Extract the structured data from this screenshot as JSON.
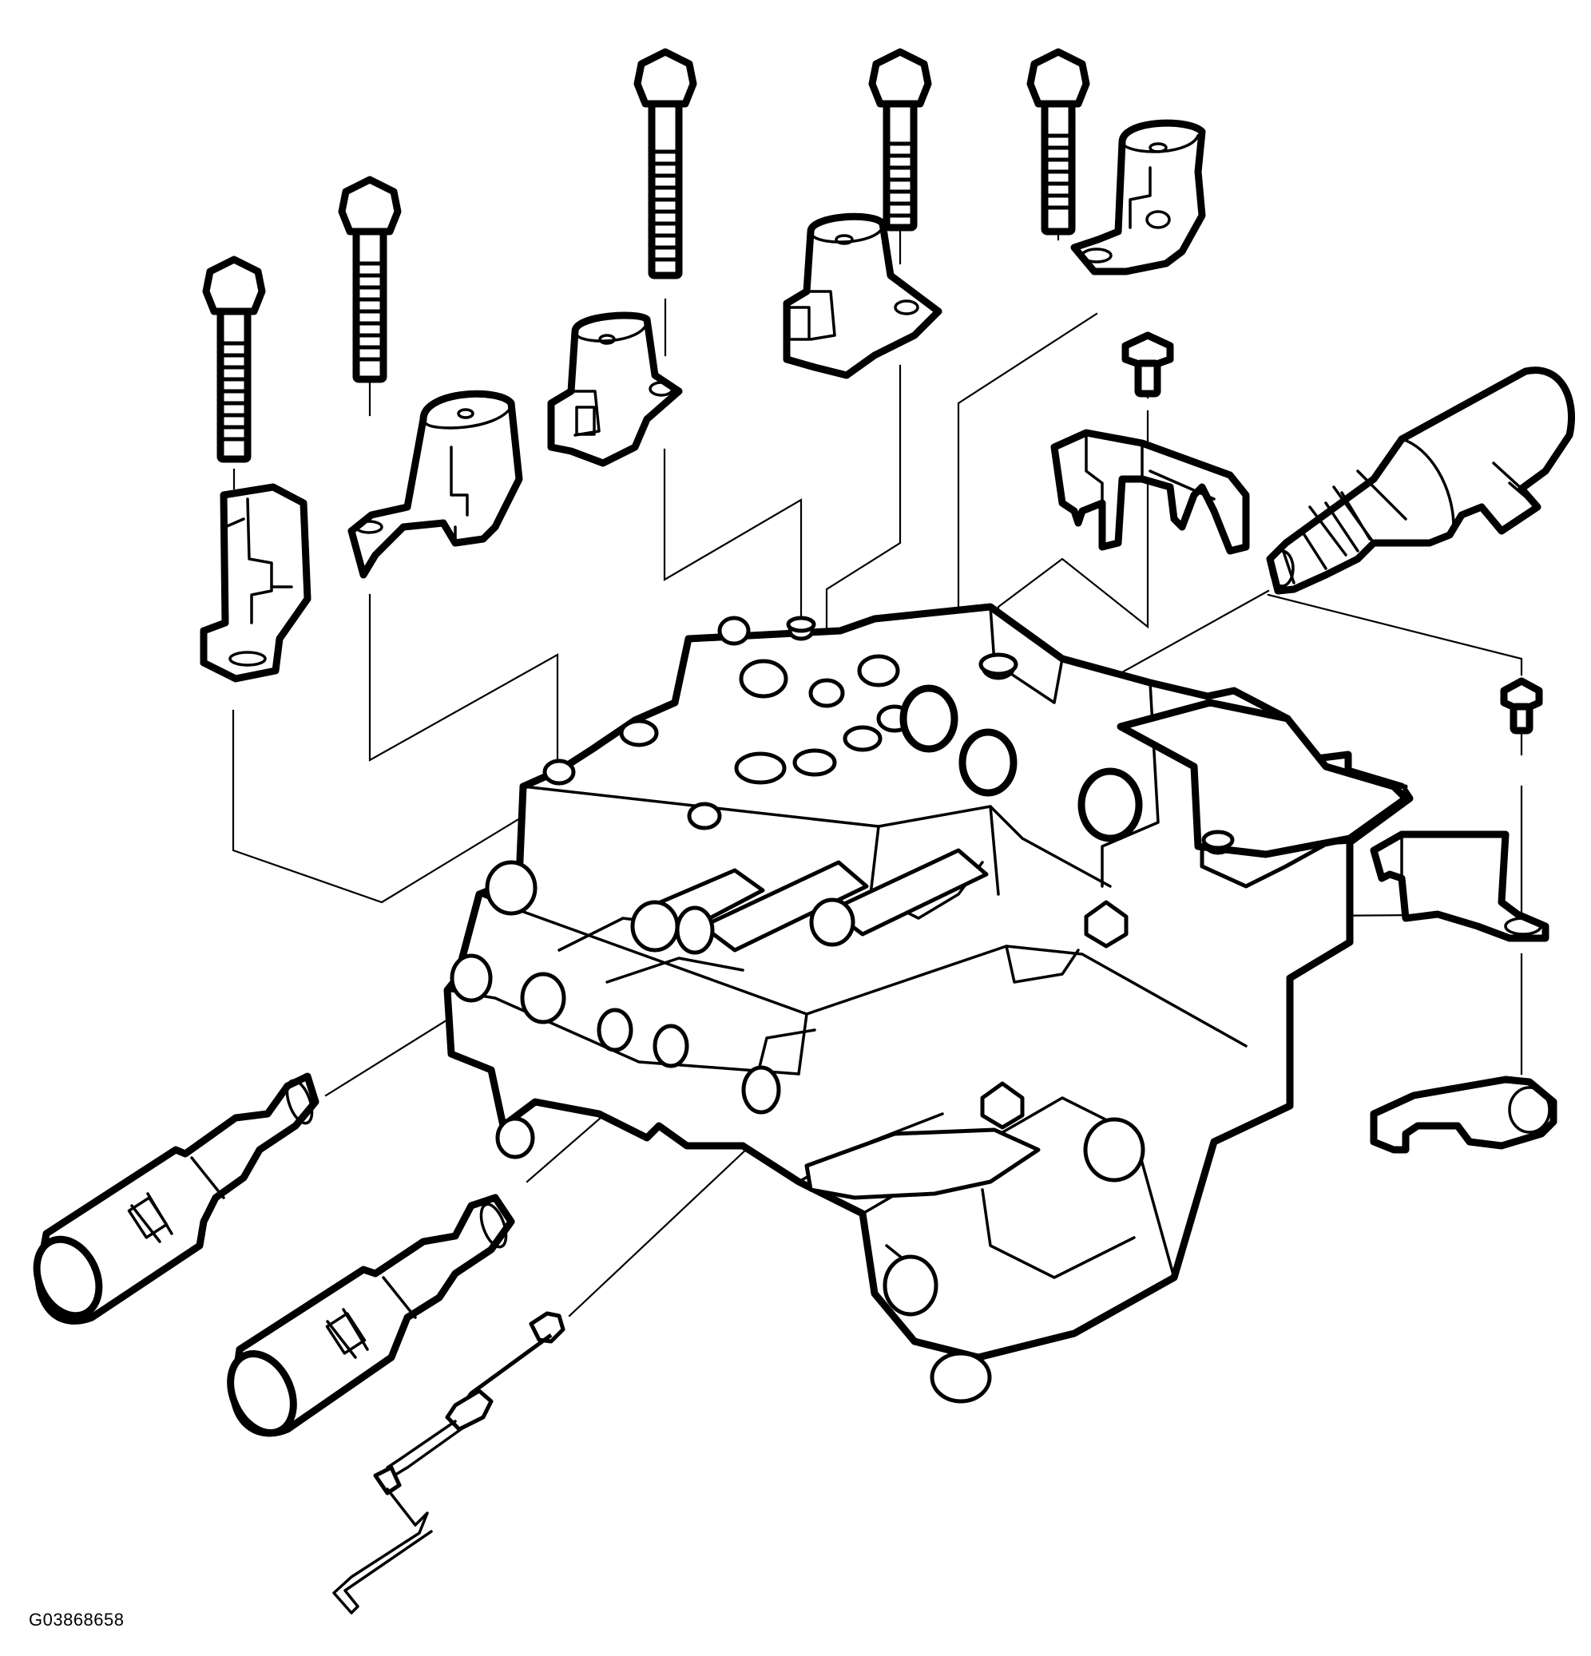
{
  "figure": {
    "id_label": "G03868658"
  },
  "colors": {
    "line": "#000000",
    "background": "#ffffff"
  },
  "parts": [
    "valve-body",
    "bolt",
    "shift-solenoid",
    "pressure-control-solenoid",
    "bracket",
    "screw",
    "temperature-sensor"
  ]
}
